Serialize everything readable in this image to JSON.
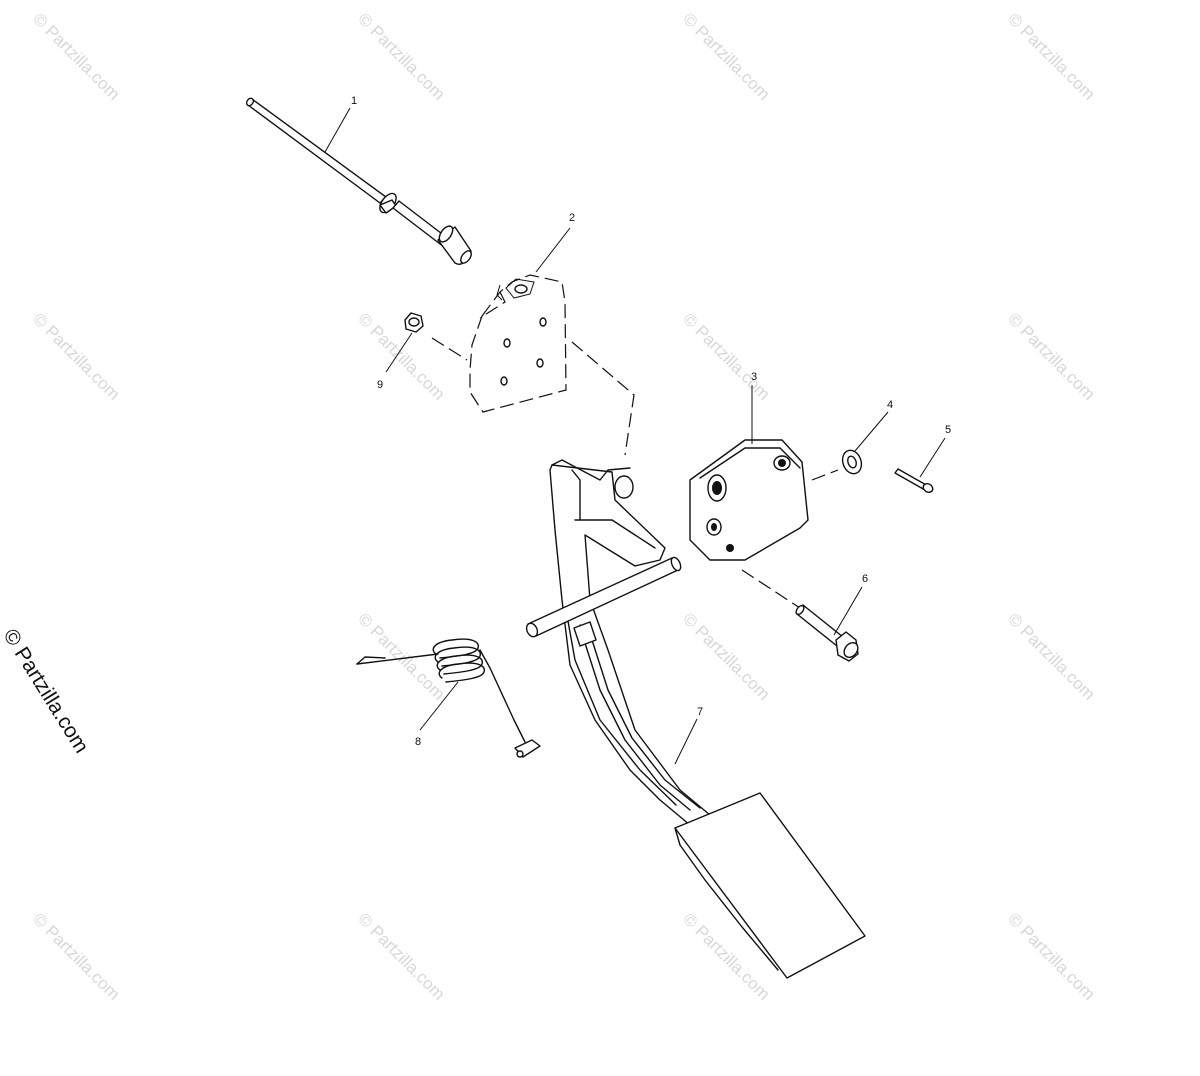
{
  "watermark": "© Partzilla.com",
  "side_watermark": "© Partzilla.com",
  "callouts": [
    "1",
    "2",
    "3",
    "4",
    "5",
    "6",
    "7",
    "8",
    "9"
  ]
}
